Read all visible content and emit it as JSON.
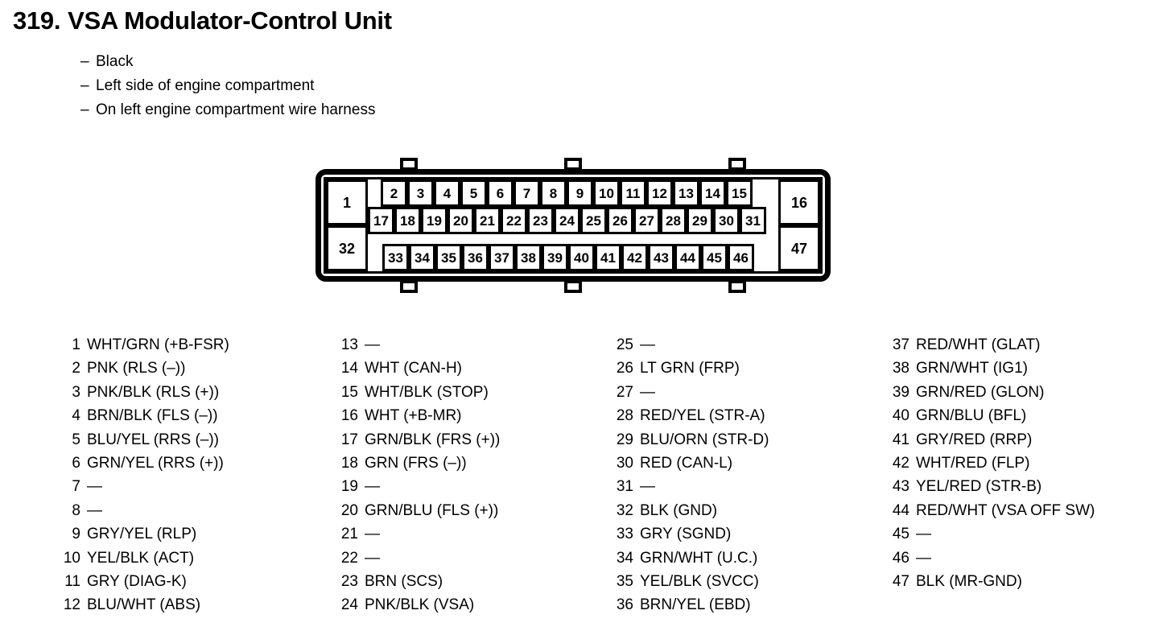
{
  "header": {
    "number": "319.",
    "title": "VSA Modulator-Control Unit",
    "bullets": [
      {
        "dash": "–",
        "text": "Black"
      },
      {
        "dash": "–",
        "text": "Left side of engine compartment"
      },
      {
        "dash": "–",
        "text": "On left engine compartment wire harness"
      }
    ]
  },
  "connector": {
    "type": "47-pin-connector",
    "left_tall_cells": [
      "1",
      "32"
    ],
    "right_tall_cells": [
      "16",
      "47"
    ],
    "row_top": [
      "2",
      "3",
      "4",
      "5",
      "6",
      "7",
      "8",
      "9",
      "10",
      "11",
      "12",
      "13",
      "14",
      "15"
    ],
    "row_second": [
      "17",
      "18",
      "19",
      "20",
      "21",
      "22",
      "23",
      "24",
      "25",
      "26",
      "27",
      "28",
      "29",
      "30",
      "31"
    ],
    "row_bottom": [
      "33",
      "34",
      "35",
      "36",
      "37",
      "38",
      "39",
      "40",
      "41",
      "42",
      "43",
      "44",
      "45",
      "46"
    ],
    "tab_count_top": 3,
    "tab_count_bottom": 3
  },
  "pin_list": {
    "columns": [
      {
        "pins": [
          {
            "num": "1",
            "desc": "WHT/GRN (+B-FSR)"
          },
          {
            "num": "2",
            "desc": "PNK (RLS (–))"
          },
          {
            "num": "3",
            "desc": "PNK/BLK (RLS (+))"
          },
          {
            "num": "4",
            "desc": "BRN/BLK (FLS (–))"
          },
          {
            "num": "5",
            "desc": "BLU/YEL (RRS (–))"
          },
          {
            "num": "6",
            "desc": "GRN/YEL (RRS (+))"
          },
          {
            "num": "7",
            "desc": "—"
          },
          {
            "num": "8",
            "desc": "—"
          },
          {
            "num": "9",
            "desc": "GRY/YEL (RLP)"
          },
          {
            "num": "10",
            "desc": "YEL/BLK (ACT)"
          },
          {
            "num": "11",
            "desc": "GRY (DIAG-K)"
          },
          {
            "num": "12",
            "desc": "BLU/WHT (ABS)"
          }
        ]
      },
      {
        "pins": [
          {
            "num": "13",
            "desc": "—"
          },
          {
            "num": "14",
            "desc": "WHT (CAN-H)"
          },
          {
            "num": "15",
            "desc": "WHT/BLK (STOP)"
          },
          {
            "num": "16",
            "desc": "WHT (+B-MR)"
          },
          {
            "num": "17",
            "desc": "GRN/BLK (FRS (+))"
          },
          {
            "num": "18",
            "desc": "GRN (FRS (–))"
          },
          {
            "num": "19",
            "desc": "—"
          },
          {
            "num": "20",
            "desc": "GRN/BLU (FLS (+))"
          },
          {
            "num": "21",
            "desc": "—"
          },
          {
            "num": "22",
            "desc": "—"
          },
          {
            "num": "23",
            "desc": "BRN (SCS)"
          },
          {
            "num": "24",
            "desc": "PNK/BLK (VSA)"
          }
        ]
      },
      {
        "pins": [
          {
            "num": "25",
            "desc": "—"
          },
          {
            "num": "26",
            "desc": "LT GRN (FRP)"
          },
          {
            "num": "27",
            "desc": "—"
          },
          {
            "num": "28",
            "desc": "RED/YEL (STR-A)"
          },
          {
            "num": "29",
            "desc": "BLU/ORN (STR-D)"
          },
          {
            "num": "30",
            "desc": "RED (CAN-L)"
          },
          {
            "num": "31",
            "desc": "—"
          },
          {
            "num": "32",
            "desc": "BLK (GND)"
          },
          {
            "num": "33",
            "desc": "GRY (SGND)"
          },
          {
            "num": "34",
            "desc": "GRN/WHT (U.C.)"
          },
          {
            "num": "35",
            "desc": "YEL/BLK (SVCC)"
          },
          {
            "num": "36",
            "desc": "BRN/YEL (EBD)"
          }
        ]
      },
      {
        "pins": [
          {
            "num": "37",
            "desc": "RED/WHT (GLAT)"
          },
          {
            "num": "38",
            "desc": "GRN/WHT (IG1)"
          },
          {
            "num": "39",
            "desc": "GRN/RED (GLON)"
          },
          {
            "num": "40",
            "desc": "GRN/BLU (BFL)"
          },
          {
            "num": "41",
            "desc": "GRY/RED (RRP)"
          },
          {
            "num": "42",
            "desc": "WHT/RED (FLP)"
          },
          {
            "num": "43",
            "desc": "YEL/RED (STR-B)"
          },
          {
            "num": "44",
            "desc": "RED/WHT (VSA OFF SW)"
          },
          {
            "num": "45",
            "desc": "—"
          },
          {
            "num": "46",
            "desc": "—"
          },
          {
            "num": "47",
            "desc": "BLK (MR-GND)"
          }
        ]
      }
    ]
  }
}
